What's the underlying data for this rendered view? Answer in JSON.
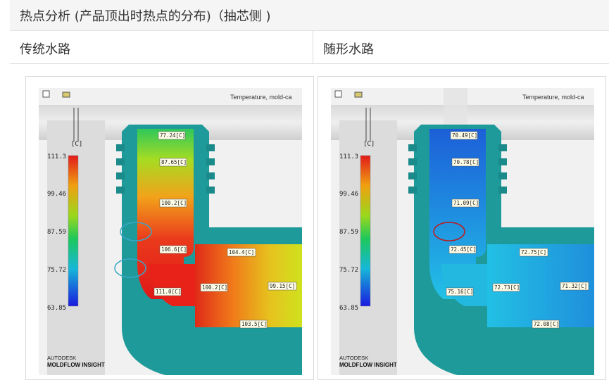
{
  "table": {
    "title": "热点分析 (产品顶出时热点的分布)（抽芯侧 )",
    "left_header": "传统水路",
    "right_header": "随形水路"
  },
  "sim_left": {
    "header_text": "Temperature, mold-ca",
    "unit": "[C]",
    "scale_ticks": [
      "111.3",
      "99.46",
      "87.59",
      "75.72",
      "63.85"
    ],
    "labels": [
      "77.24[C]",
      "87.65[C]",
      "100.2[C]",
      "106.6[C]",
      "104.4[C]",
      "111.0[C]",
      "100.2[C]",
      "99.15[C]",
      "103.5[C]"
    ],
    "brand_line1": "AUTODESK",
    "brand_line2": "MOLDFLOW INSIGHT"
  },
  "sim_right": {
    "header_text": "Temperature, mold-ca",
    "unit": "[C]",
    "scale_ticks": [
      "111.3",
      "99.46",
      "87.59",
      "75.72",
      "63.85"
    ],
    "labels": [
      "70.49[C]",
      "70.78[C]",
      "71.09[C]",
      "72.45[C]",
      "72.75[C]",
      "72.73[C]",
      "71.32[C]",
      "75.16[C]",
      "72.08[C]"
    ],
    "brand_line1": "AUTODESK",
    "brand_line2": "MOLDFLOW INSIGHT"
  },
  "colors": {
    "scale_top": "#e11b1b",
    "scale_bottom": "#1a1adf",
    "body_teal": "#1f9a9a",
    "hotspot_circle_left": "#3aa7c7",
    "hotspot_circle_right": "#c01818"
  },
  "icons": [
    "toolbar-square-icon",
    "toolbar-camera-icon"
  ]
}
